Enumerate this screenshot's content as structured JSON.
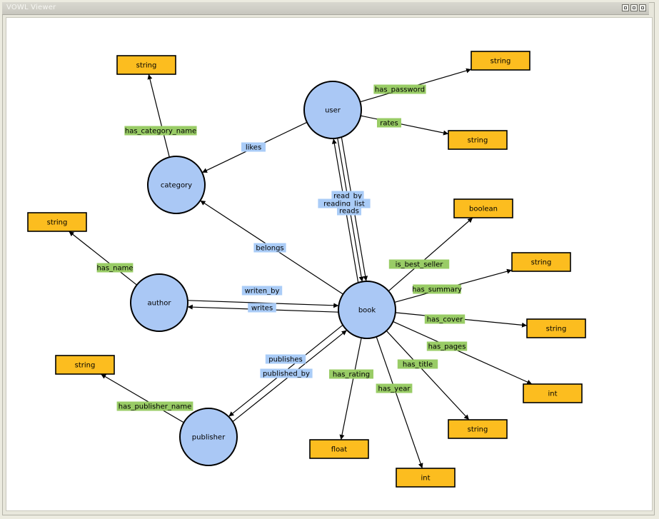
{
  "window": {
    "title": "VOWL Viewer"
  },
  "colors": {
    "class_fill": "#aac8f5",
    "literal_fill": "#fcbd1f",
    "datatype_label_bg": "#99cc66",
    "object_label_bg": "#aaccf7"
  },
  "nodes": [
    {
      "id": "user",
      "label": "user",
      "type": "class"
    },
    {
      "id": "category",
      "label": "category",
      "type": "class"
    },
    {
      "id": "author",
      "label": "author",
      "type": "class"
    },
    {
      "id": "book",
      "label": "book",
      "type": "class"
    },
    {
      "id": "publisher",
      "label": "publisher",
      "type": "class"
    },
    {
      "id": "lit_category_name",
      "label": "string",
      "type": "literal"
    },
    {
      "id": "lit_password",
      "label": "string",
      "type": "literal"
    },
    {
      "id": "lit_rates",
      "label": "string",
      "type": "literal"
    },
    {
      "id": "lit_author_name",
      "label": "string",
      "type": "literal"
    },
    {
      "id": "lit_best_seller",
      "label": "boolean",
      "type": "literal"
    },
    {
      "id": "lit_summary",
      "label": "string",
      "type": "literal"
    },
    {
      "id": "lit_cover",
      "label": "string",
      "type": "literal"
    },
    {
      "id": "lit_pages",
      "label": "int",
      "type": "literal"
    },
    {
      "id": "lit_title",
      "label": "string",
      "type": "literal"
    },
    {
      "id": "lit_year",
      "label": "int",
      "type": "literal"
    },
    {
      "id": "lit_rating",
      "label": "float",
      "type": "literal"
    },
    {
      "id": "lit_publisher_name",
      "label": "string",
      "type": "literal"
    }
  ],
  "edges": [
    {
      "from": "category",
      "to": "lit_category_name",
      "label": "has_category_name",
      "kind": "datatype"
    },
    {
      "from": "user",
      "to": "lit_password",
      "label": "has_password",
      "kind": "datatype"
    },
    {
      "from": "user",
      "to": "lit_rates",
      "label": "rates",
      "kind": "datatype"
    },
    {
      "from": "user",
      "to": "category",
      "label": "likes",
      "kind": "object"
    },
    {
      "from": "book",
      "to": "category",
      "label": "belongs",
      "kind": "object"
    },
    {
      "from": "author",
      "to": "lit_author_name",
      "label": "has_name",
      "kind": "datatype"
    },
    {
      "from": "author",
      "to": "book",
      "label": "writes",
      "kind": "object"
    },
    {
      "from": "book",
      "to": "author",
      "label": "writen_by",
      "kind": "object"
    },
    {
      "from": "book",
      "to": "user",
      "label": "read_by",
      "kind": "object"
    },
    {
      "from": "user",
      "to": "book",
      "label": "reading_list",
      "kind": "object"
    },
    {
      "from": "user",
      "to": "book",
      "label": "reads",
      "kind": "object"
    },
    {
      "from": "book",
      "to": "lit_best_seller",
      "label": "is_best_seller",
      "kind": "datatype"
    },
    {
      "from": "book",
      "to": "lit_summary",
      "label": "has_summary",
      "kind": "datatype"
    },
    {
      "from": "book",
      "to": "lit_cover",
      "label": "has_cover",
      "kind": "datatype"
    },
    {
      "from": "book",
      "to": "lit_pages",
      "label": "has_pages",
      "kind": "datatype"
    },
    {
      "from": "book",
      "to": "lit_title",
      "label": "has_title",
      "kind": "datatype"
    },
    {
      "from": "book",
      "to": "lit_year",
      "label": "has_year",
      "kind": "datatype"
    },
    {
      "from": "book",
      "to": "lit_rating",
      "label": "has_rating",
      "kind": "datatype"
    },
    {
      "from": "publisher",
      "to": "book",
      "label": "publishes",
      "kind": "object"
    },
    {
      "from": "book",
      "to": "publisher",
      "label": "published_by",
      "kind": "object"
    },
    {
      "from": "publisher",
      "to": "lit_publisher_name",
      "label": "has_publisher_name",
      "kind": "datatype"
    }
  ]
}
